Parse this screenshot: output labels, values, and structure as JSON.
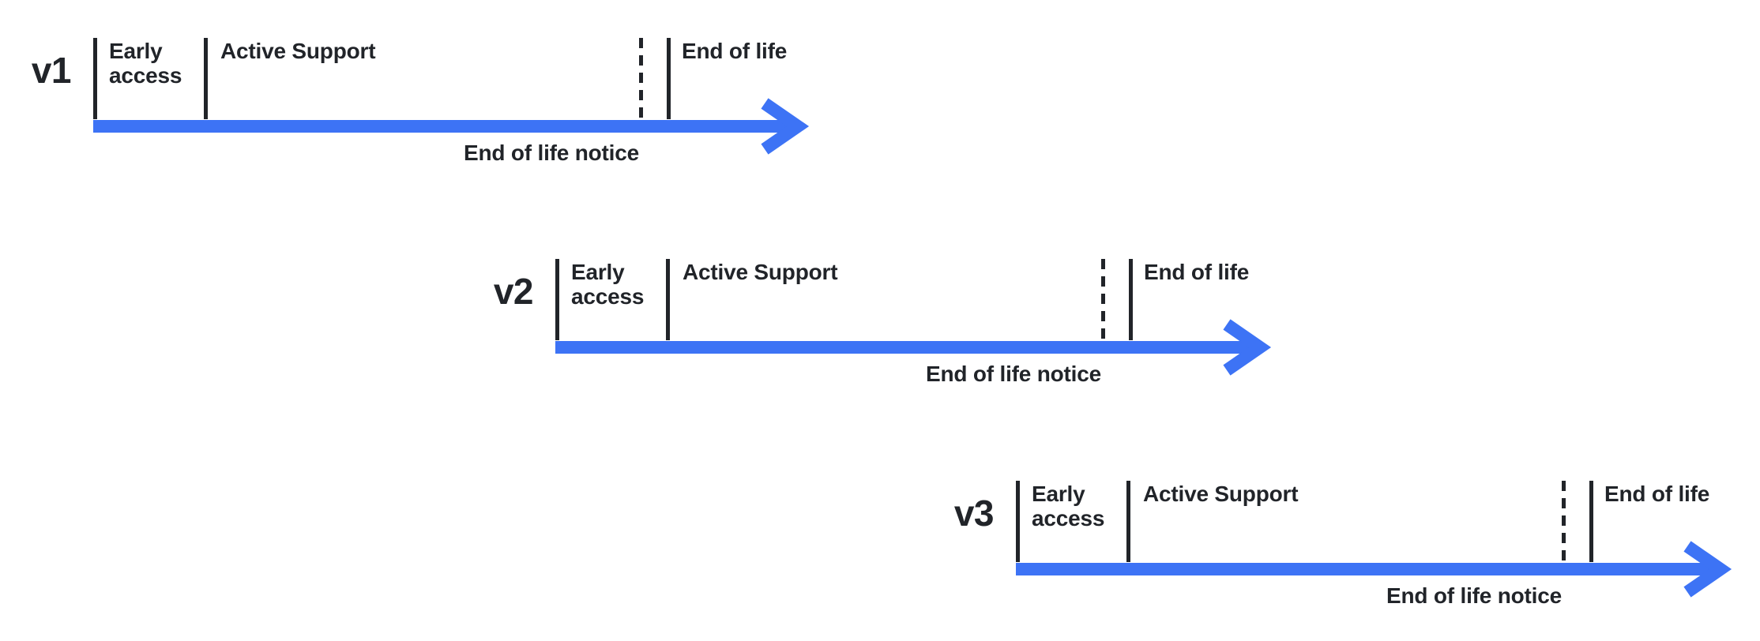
{
  "canvas": {
    "background": "#ffffff"
  },
  "colors": {
    "arrow_blue": "#3d73f5",
    "text": "#212429",
    "tick": "#212429"
  },
  "timelines": [
    {
      "version": "v1",
      "early_access_label": "Early access",
      "active_support_label": "Active Support",
      "end_of_life_label": "End of life",
      "end_of_life_notice_label": "End of life notice"
    },
    {
      "version": "v2",
      "early_access_label": "Early access",
      "active_support_label": "Active Support",
      "end_of_life_label": "End of life",
      "end_of_life_notice_label": "End of life notice"
    },
    {
      "version": "v3",
      "early_access_label": "Early access",
      "active_support_label": "Active Support",
      "end_of_life_label": "End of life",
      "end_of_life_notice_label": "End of life notice"
    }
  ]
}
